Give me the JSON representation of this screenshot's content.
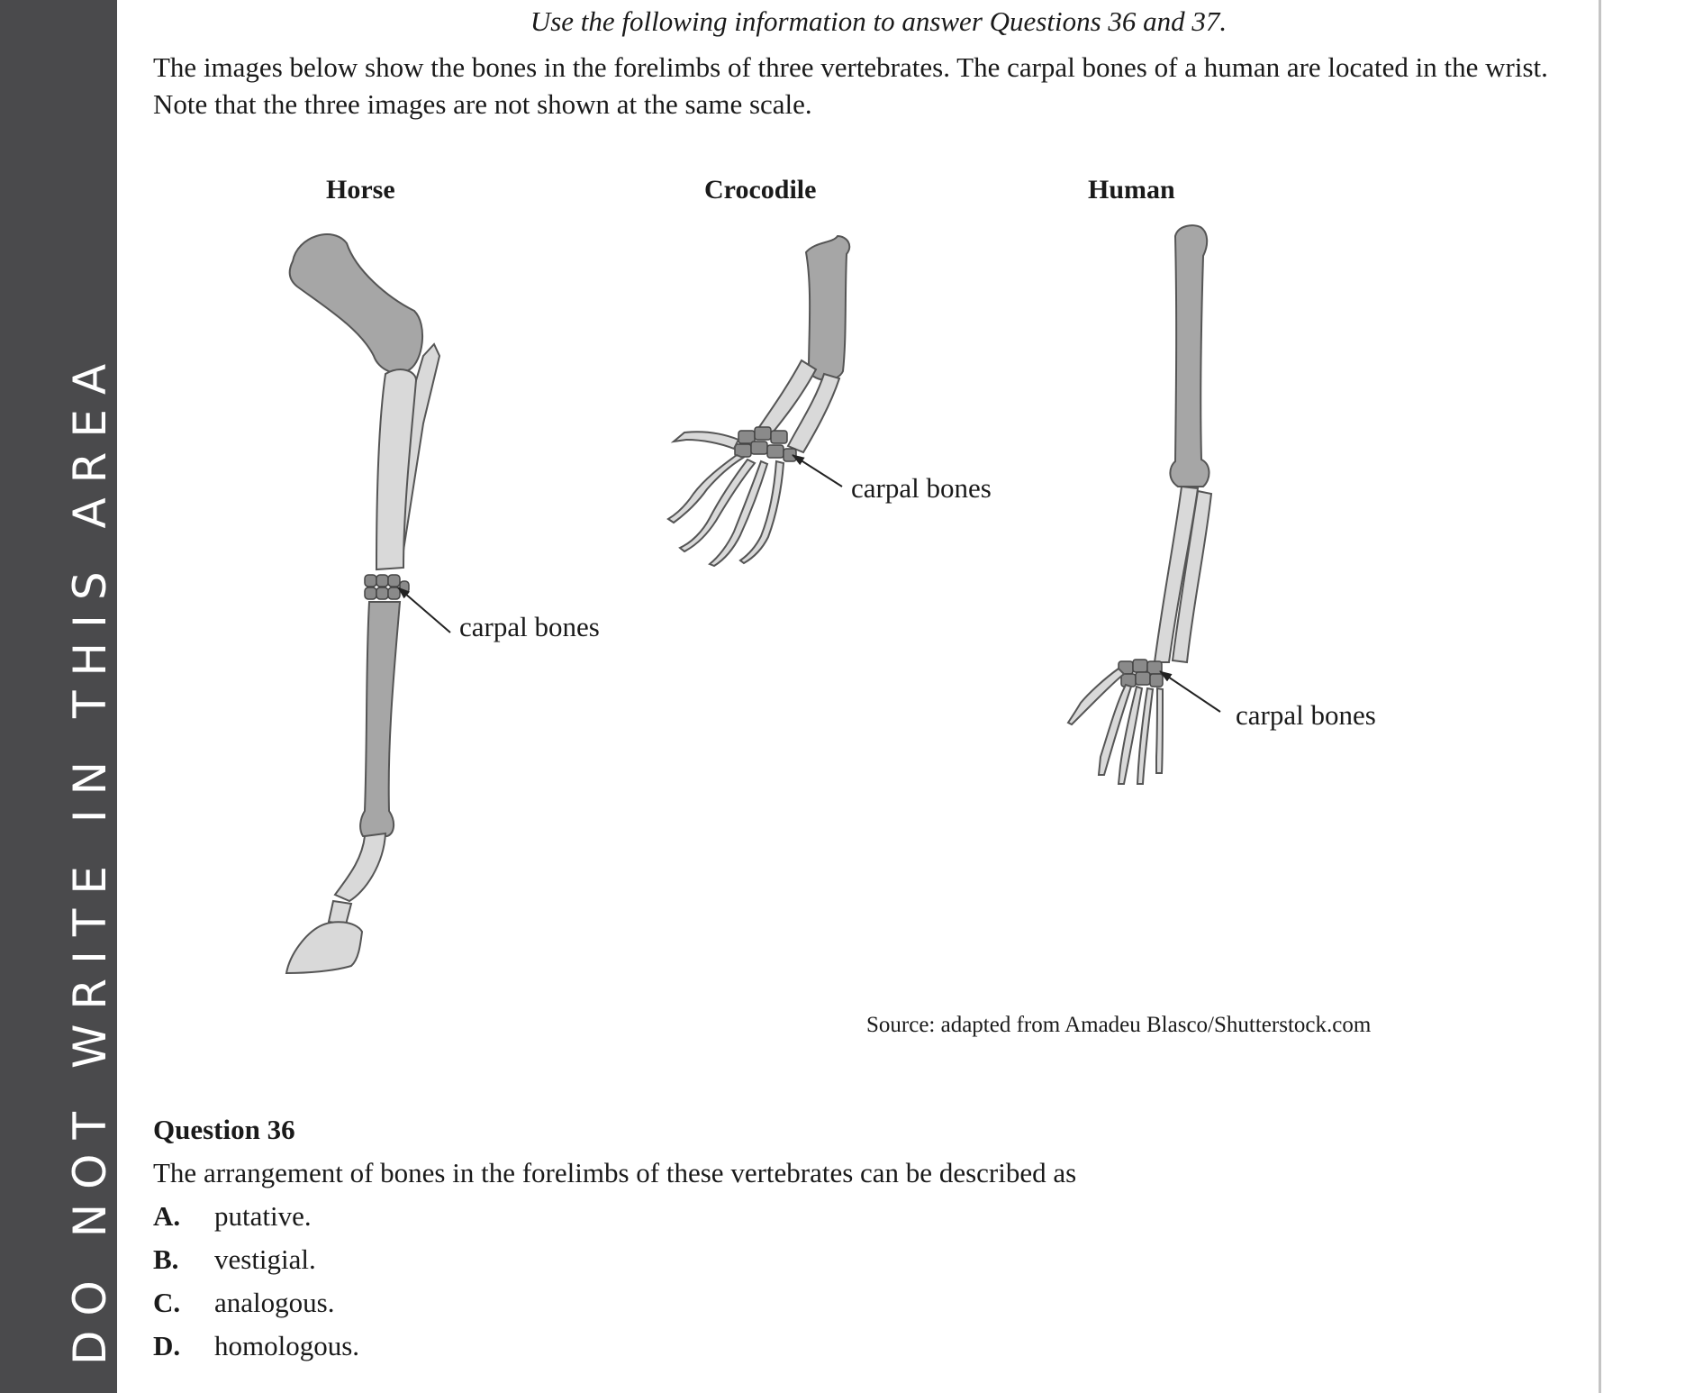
{
  "margin_text": "DO NOT WRITE IN THIS AREA",
  "intro_italic": "Use the following information to answer Questions 36 and 37.",
  "intro_paragraph": "The images below show the bones in the forelimbs of three vertebrates. The carpal bones of a human are located in the wrist. Note that the three images are not shown at the same scale.",
  "figure": {
    "animals": [
      "Horse",
      "Crocodile",
      "Human"
    ],
    "carpal_labels": [
      "carpal bones",
      "carpal bones",
      "carpal bones"
    ],
    "source": "Source: adapted from Amadeu Blasco/Shutterstock.com",
    "colors": {
      "dark_bone": "#a6a6a6",
      "light_bone": "#d9d9d9",
      "carpal_bone": "#8a8a8a",
      "outline": "#555555"
    }
  },
  "question": {
    "title": "Question 36",
    "stem": "The arrangement of bones in the forelimbs of these vertebrates can be described as",
    "options": [
      {
        "letter": "A.",
        "text": "putative."
      },
      {
        "letter": "B.",
        "text": "vestigial."
      },
      {
        "letter": "C.",
        "text": "analogous."
      },
      {
        "letter": "D.",
        "text": "homologous."
      }
    ]
  }
}
